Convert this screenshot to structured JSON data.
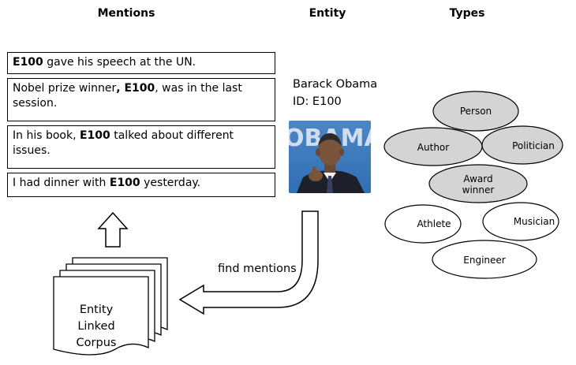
{
  "headers": {
    "mentions": "Mentions",
    "entity": "Entity",
    "types": "Types"
  },
  "mentions": [
    {
      "pre": "",
      "entity": "E100",
      "post": " gave his speech at the UN."
    },
    {
      "pre": "Nobel prize winner",
      "entity": ", E100",
      "post": ", was in the last session."
    },
    {
      "pre": "In his book, ",
      "entity": "E100",
      "post": " talked about different issues."
    },
    {
      "pre": "I had dinner with ",
      "entity": "E100",
      "post": " yesterday."
    }
  ],
  "entity": {
    "name": "Barack Obama",
    "id": "ID: E100",
    "photo_banner_text": "OBAMA."
  },
  "types": [
    {
      "label": "Person",
      "shaded": true
    },
    {
      "label": "Author",
      "shaded": true
    },
    {
      "label": "Politician",
      "shaded": true
    },
    {
      "label": "Award winner",
      "shaded": true
    },
    {
      "label": "Athlete",
      "shaded": false
    },
    {
      "label": "Musician",
      "shaded": false
    },
    {
      "label": "Engineer",
      "shaded": false
    }
  ],
  "corpus": {
    "label": "Entity Linked Corpus"
  },
  "arrow_label": "find mentions",
  "colors": {
    "shaded_fill": "#d4d4d4",
    "stroke": "#000000",
    "photo_bg": "#5b8fc7"
  }
}
